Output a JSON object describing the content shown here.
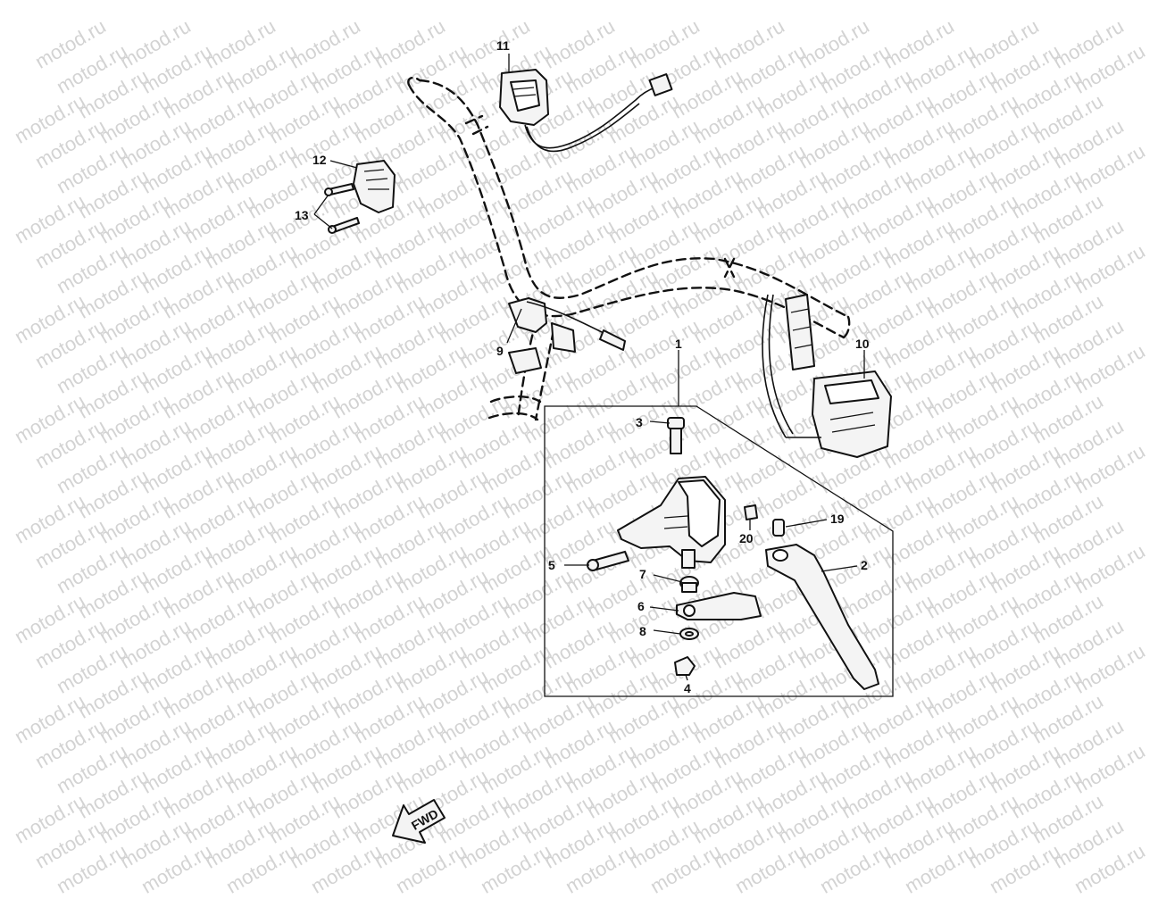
{
  "watermark": {
    "text": "motod.ru",
    "color": "#d3d3d3"
  },
  "fwd_label": "FWD",
  "callouts": [
    "1",
    "2",
    "3",
    "4",
    "5",
    "6",
    "7",
    "8",
    "9",
    "10",
    "11",
    "12",
    "13",
    "19",
    "20"
  ]
}
